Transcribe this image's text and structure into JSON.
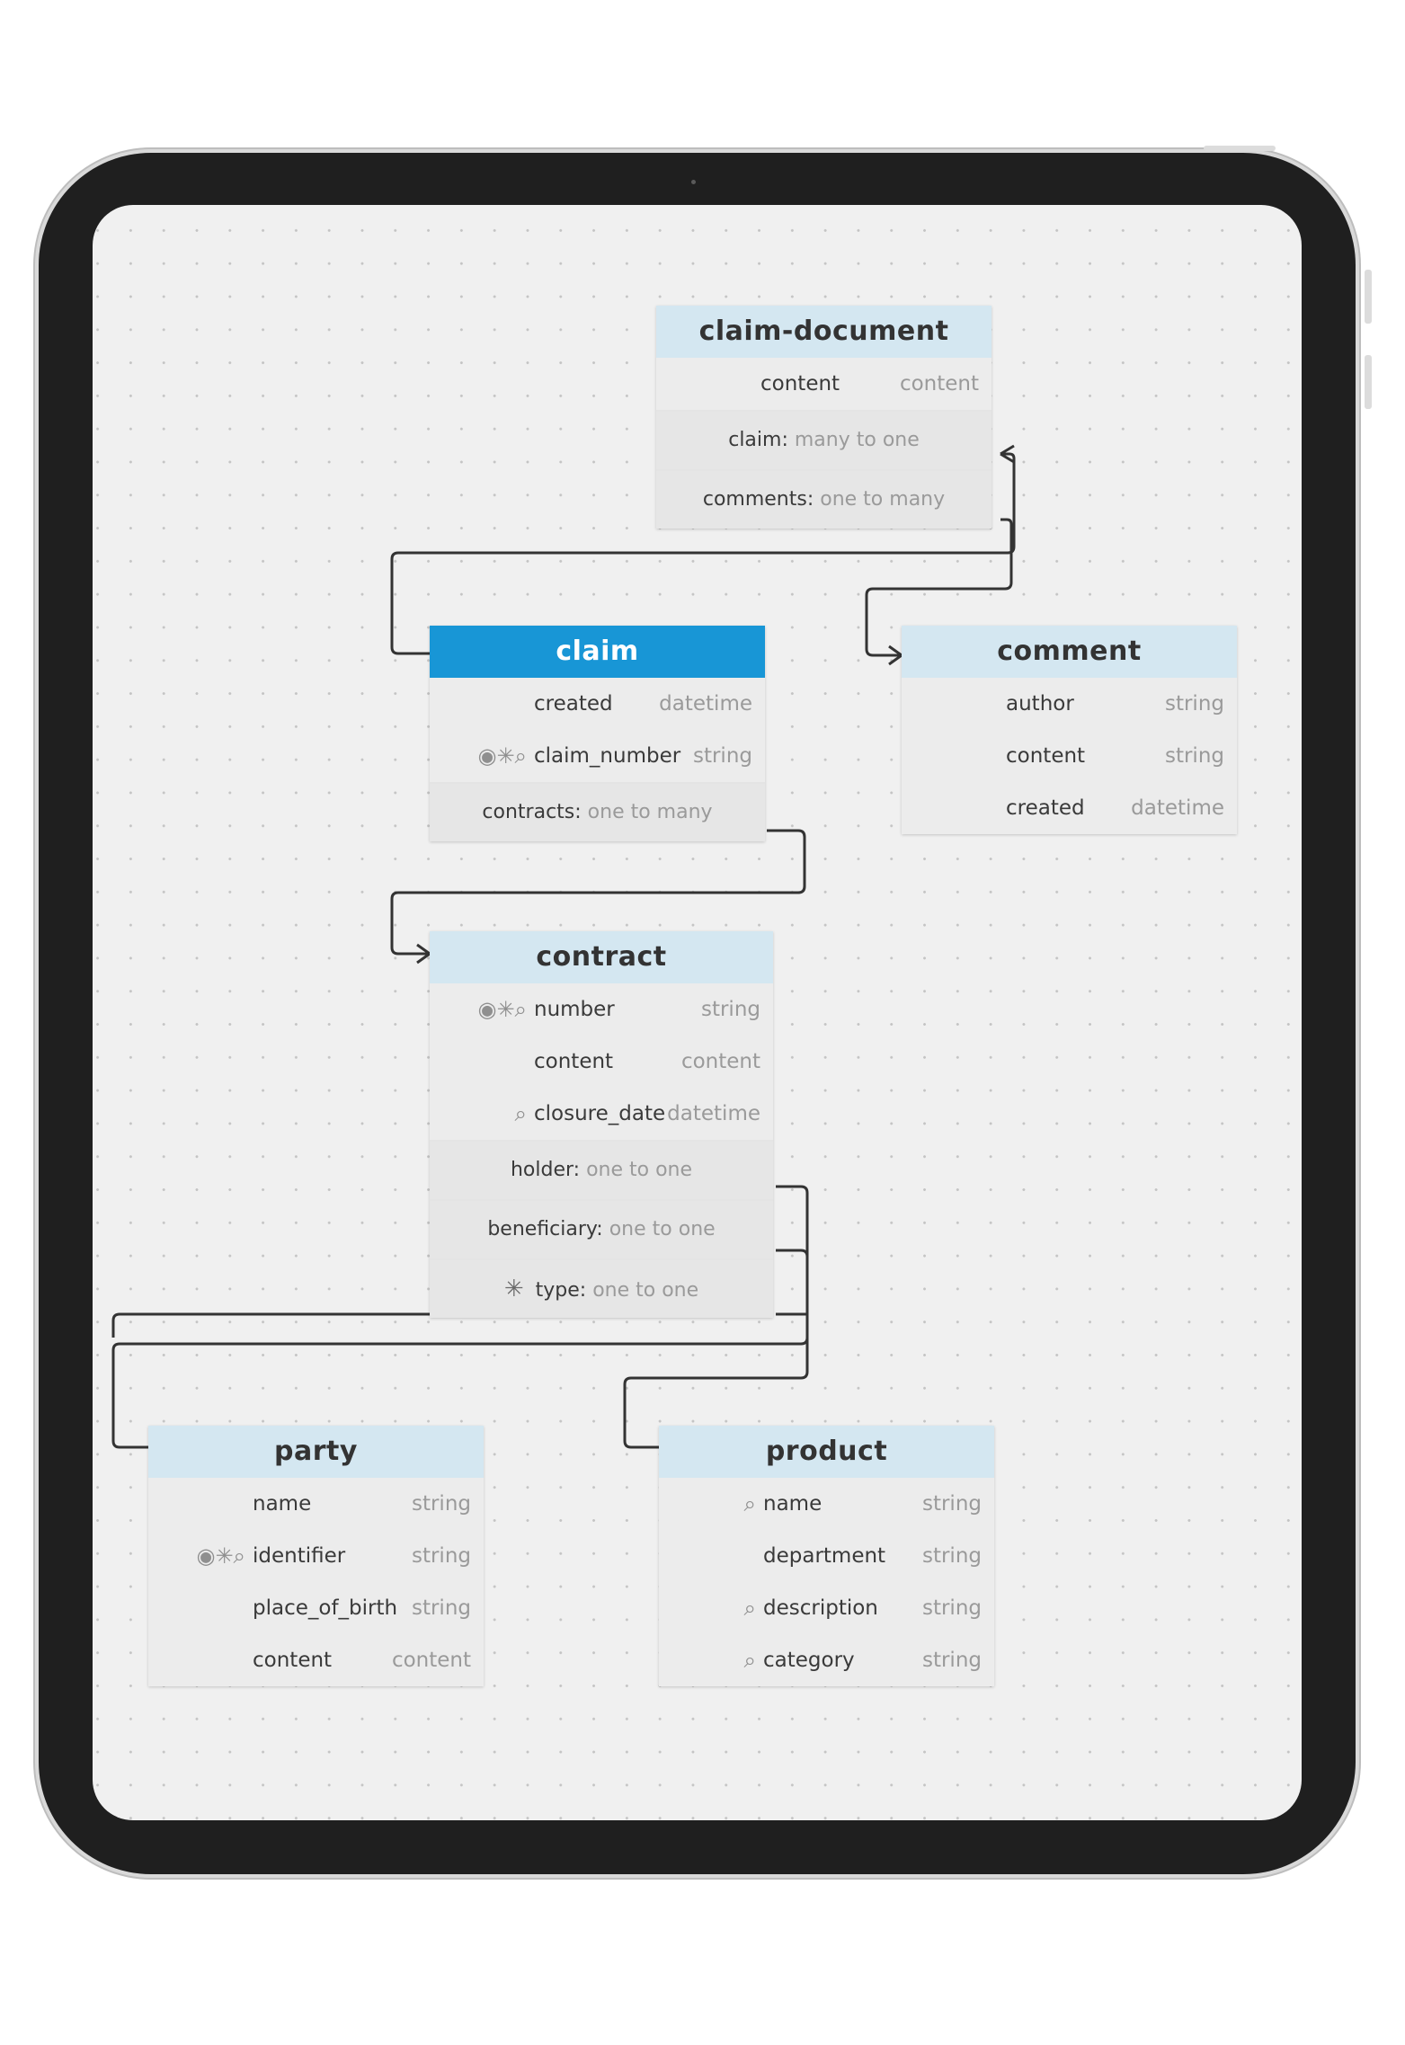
{
  "entities": {
    "claim_document": {
      "title": "claim-document",
      "fields": [
        {
          "name": "content",
          "type": "content",
          "icons": ""
        }
      ],
      "relations": [
        {
          "name": "claim:",
          "kind": "many to one",
          "icon": ""
        },
        {
          "name": "comments:",
          "kind": "one to many",
          "icon": ""
        }
      ]
    },
    "claim": {
      "title": "claim",
      "fields": [
        {
          "name": "created",
          "type": "datetime",
          "icons": ""
        },
        {
          "name": "claim_number",
          "type": "string",
          "icons": "◉✳⌕"
        }
      ],
      "relations": [
        {
          "name": "contracts:",
          "kind": "one to many",
          "icon": ""
        }
      ]
    },
    "comment": {
      "title": "comment",
      "fields": [
        {
          "name": "author",
          "type": "string",
          "icons": ""
        },
        {
          "name": "content",
          "type": "string",
          "icons": ""
        },
        {
          "name": "created",
          "type": "datetime",
          "icons": ""
        }
      ],
      "relations": []
    },
    "contract": {
      "title": "contract",
      "fields": [
        {
          "name": "number",
          "type": "string",
          "icons": "◉✳⌕"
        },
        {
          "name": "content",
          "type": "content",
          "icons": ""
        },
        {
          "name": "closure_date",
          "type": "datetime",
          "icons": "⌕"
        }
      ],
      "relations": [
        {
          "name": "holder:",
          "kind": "one to one",
          "icon": ""
        },
        {
          "name": "beneficiary:",
          "kind": "one to one",
          "icon": ""
        },
        {
          "name": "type:",
          "kind": "one to one",
          "icon": "✳"
        }
      ]
    },
    "party": {
      "title": "party",
      "fields": [
        {
          "name": "name",
          "type": "string",
          "icons": ""
        },
        {
          "name": "identifier",
          "type": "string",
          "icons": "◉✳⌕"
        },
        {
          "name": "place_of_birth",
          "type": "string",
          "icons": ""
        },
        {
          "name": "content",
          "type": "content",
          "icons": ""
        }
      ],
      "relations": []
    },
    "product": {
      "title": "product",
      "fields": [
        {
          "name": "name",
          "type": "string",
          "icons": "⌕"
        },
        {
          "name": "department",
          "type": "string",
          "icons": ""
        },
        {
          "name": "description",
          "type": "string",
          "icons": "⌕"
        },
        {
          "name": "category",
          "type": "string",
          "icons": "⌕"
        }
      ],
      "relations": []
    }
  },
  "icon_legend": {
    "◉": "fingerprint-icon",
    "✳": "required-asterisk-icon",
    "⌕": "search-icon"
  },
  "colors": {
    "selected_header": "#1896d6",
    "header": "#d4e7f1",
    "connector": "#333333"
  }
}
